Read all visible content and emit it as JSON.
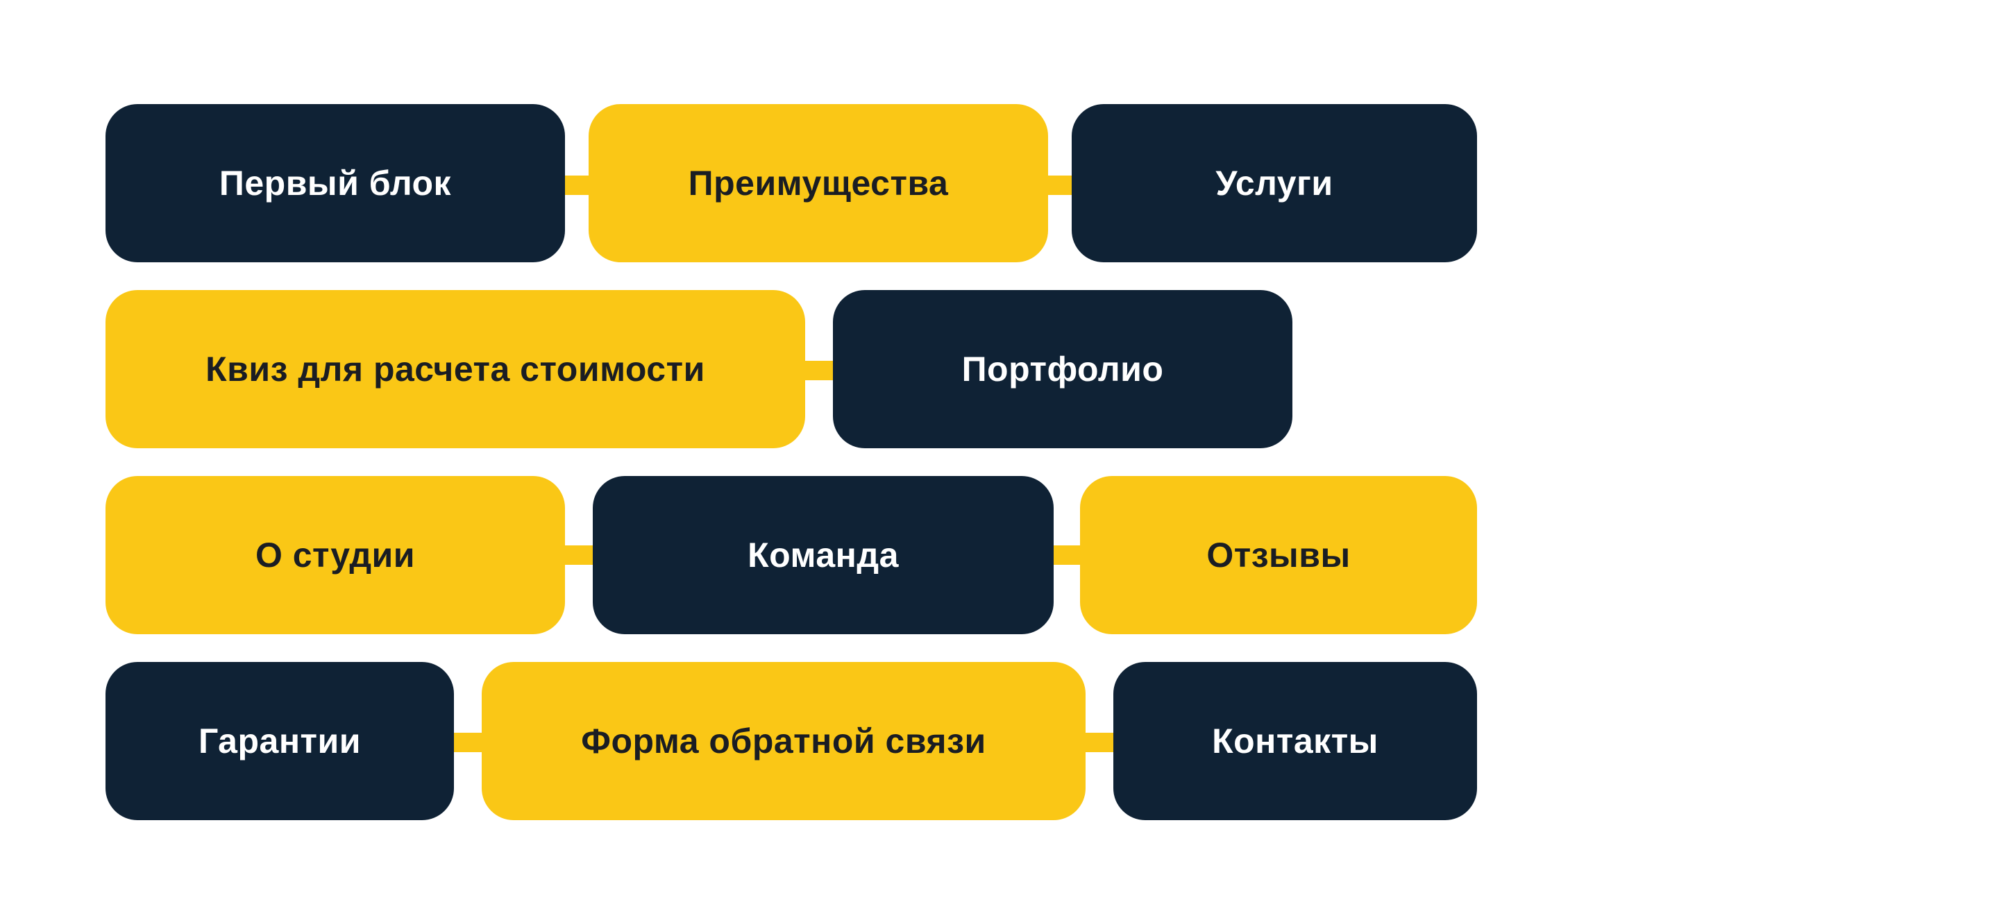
{
  "colors": {
    "dark_block": "#0f2235",
    "yellow_block": "#fac716",
    "connector": "#fac716",
    "background": "#ffffff"
  },
  "rows": [
    {
      "blocks": [
        {
          "label": "Первый блок",
          "style": "dark"
        },
        {
          "label": "Преимущества",
          "style": "yellow"
        },
        {
          "label": "Услуги",
          "style": "dark"
        }
      ]
    },
    {
      "blocks": [
        {
          "label": "Квиз для расчета стоимости",
          "style": "yellow"
        },
        {
          "label": "Портфолио",
          "style": "dark"
        }
      ]
    },
    {
      "blocks": [
        {
          "label": "О студии",
          "style": "yellow"
        },
        {
          "label": "Команда",
          "style": "dark"
        },
        {
          "label": "Отзывы",
          "style": "yellow"
        }
      ]
    },
    {
      "blocks": [
        {
          "label": "Гарантии",
          "style": "dark"
        },
        {
          "label": "Форма обратной связи",
          "style": "yellow"
        },
        {
          "label": "Контакты",
          "style": "dark"
        }
      ]
    }
  ]
}
